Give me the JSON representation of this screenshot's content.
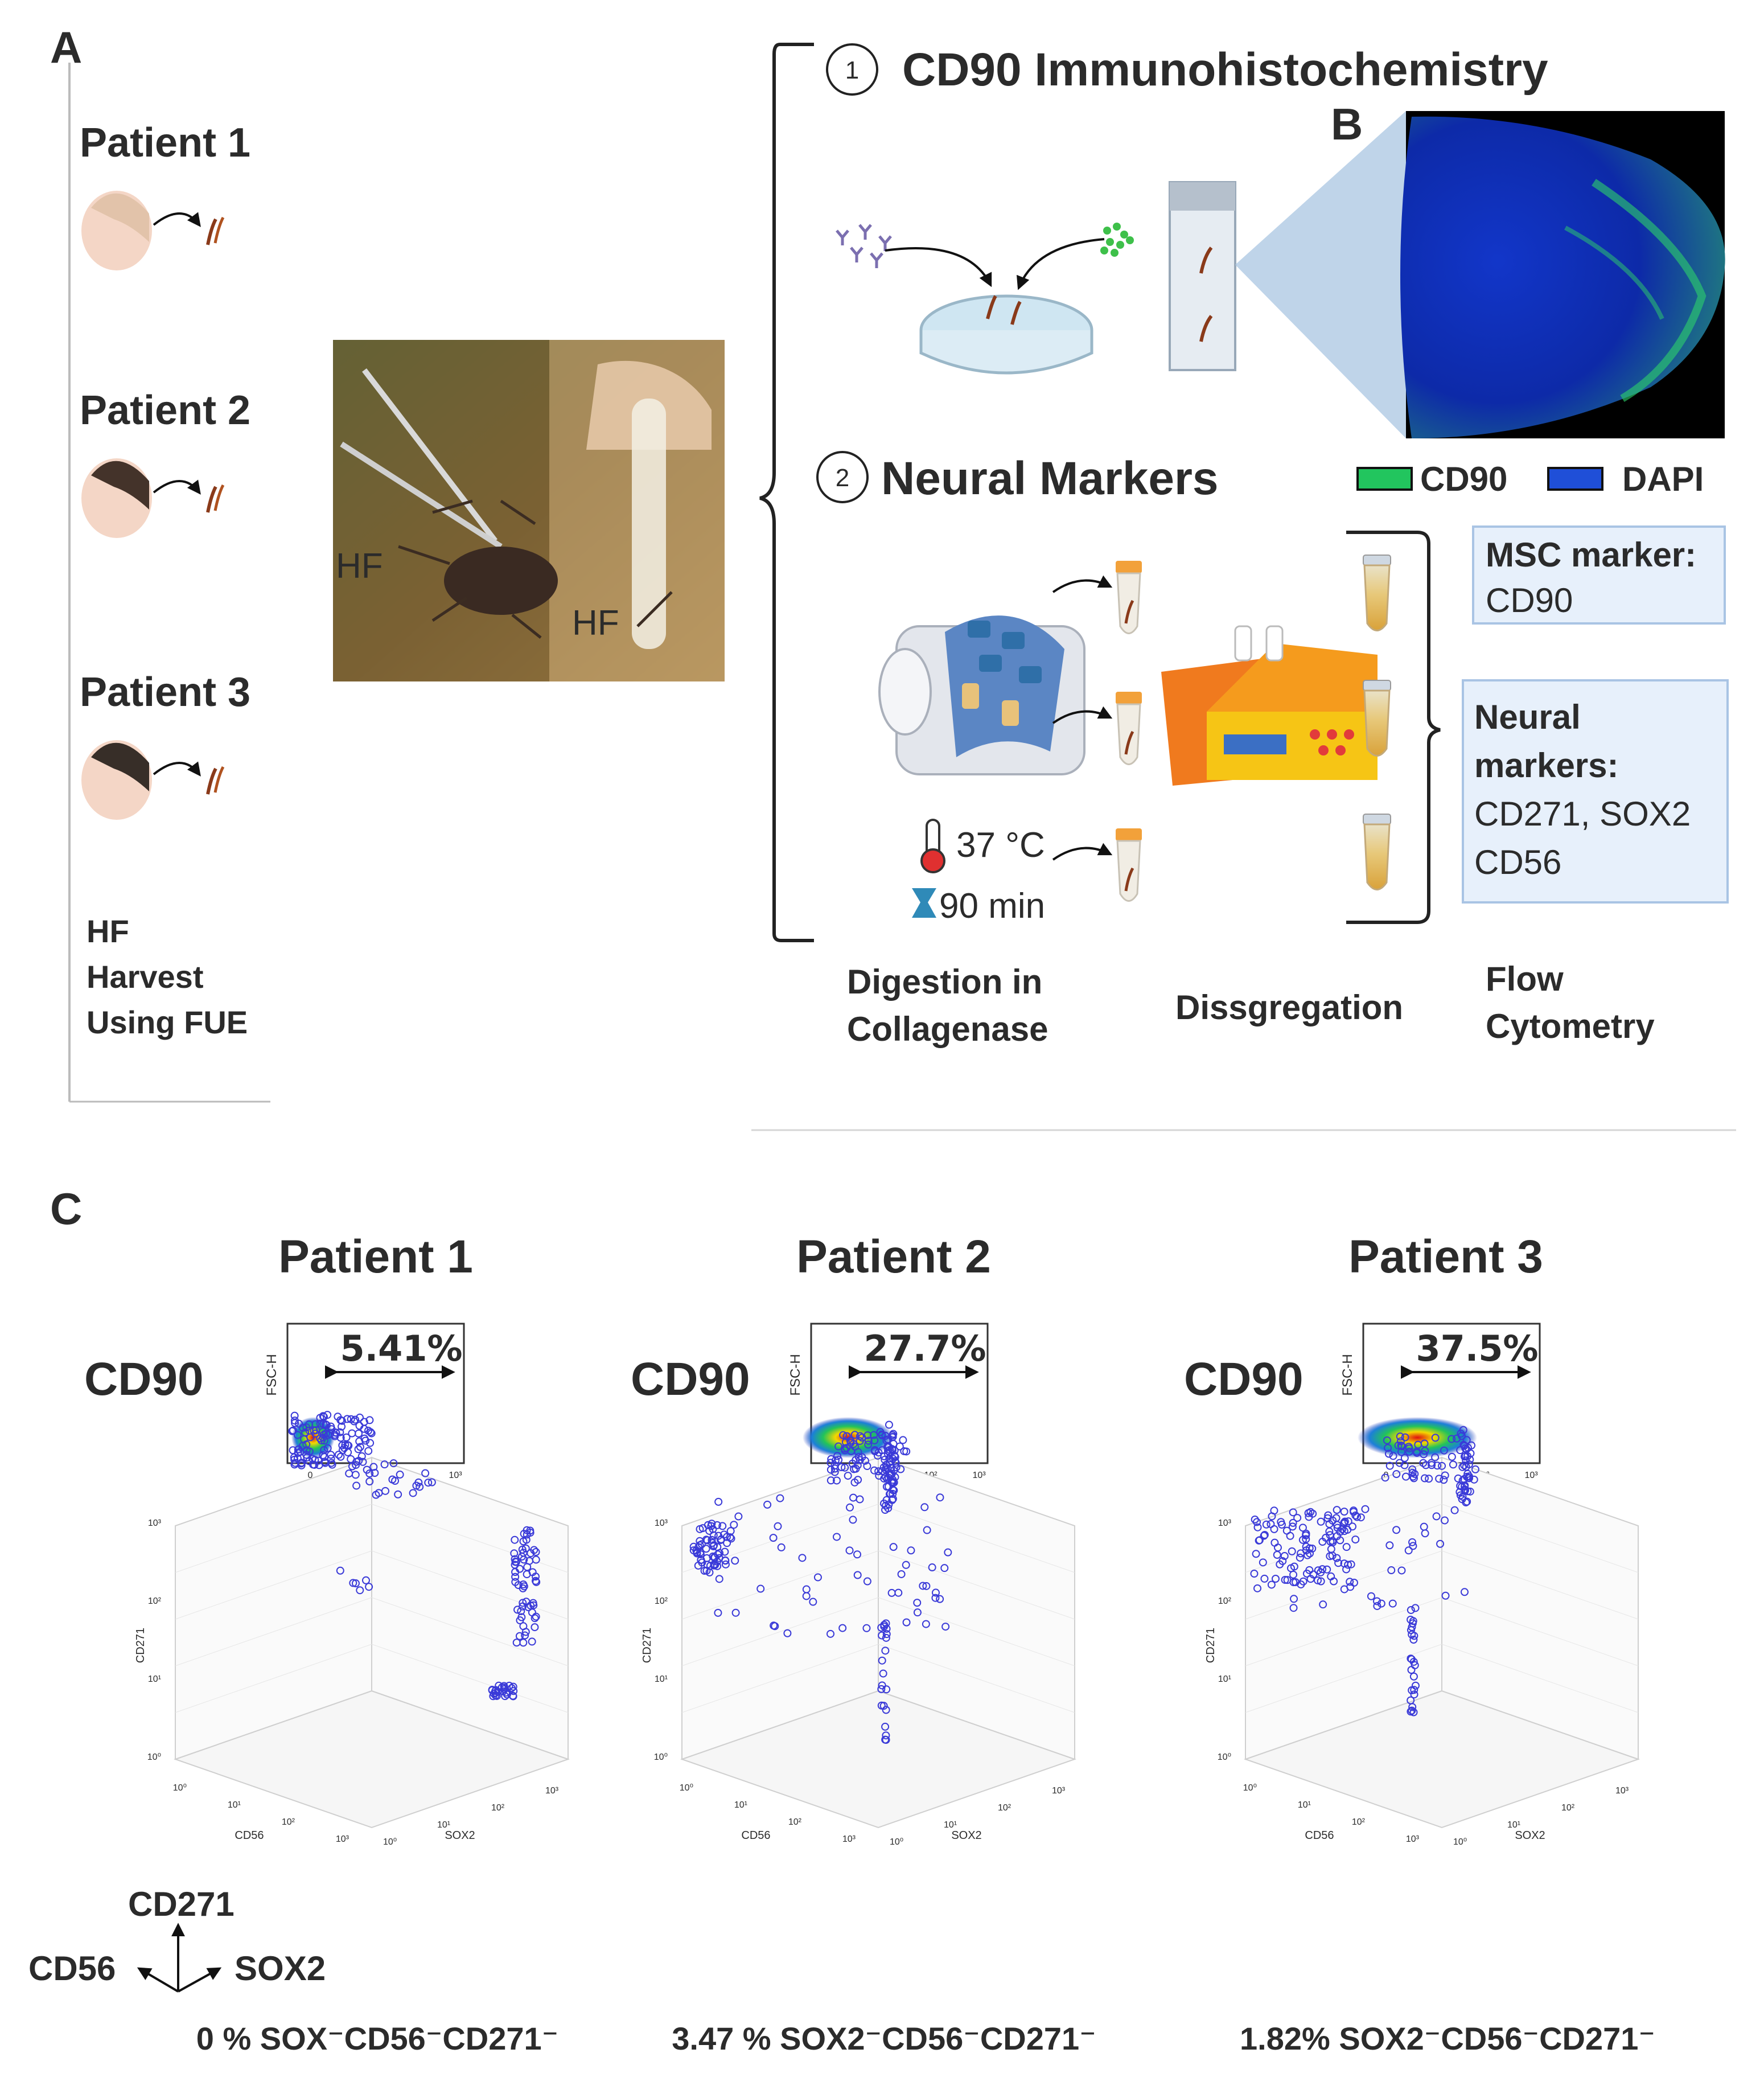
{
  "panel_a": {
    "label": "A",
    "patients": [
      "Patient 1",
      "Patient 2",
      "Patient 3"
    ],
    "hf_label": "HF",
    "harvest_lines": [
      "HF",
      "Harvest",
      "Using FUE"
    ]
  },
  "panel_b": {
    "label": "B",
    "step1_number": "1",
    "step1_title": "CD90 Immunohistochemistry",
    "step2_number": "2",
    "step2_title": "Neural Markers",
    "legend_cd90": "CD90",
    "legend_dapi": "DAPI",
    "temperature": "37 °C",
    "duration": "90 min",
    "msc_title": "MSC marker:",
    "msc_value": "CD90",
    "neural_lines": [
      "Neural",
      "markers:",
      "CD271, SOX2",
      "CD56"
    ],
    "stage_digestion": [
      "Digestion in",
      "Collagenase"
    ],
    "stage_disaggregation": "Dissgregation",
    "stage_flow": [
      "Flow",
      "Cytometry"
    ],
    "colors": {
      "cd90": "#22c55e",
      "dapi": "#1f4fd8"
    }
  },
  "panel_c": {
    "label": "C",
    "marker": "CD90",
    "fsc_axis": "FSC-H",
    "axis_cd271": "CD271",
    "axis_cd56": "CD56",
    "axis_sox2": "SOX2",
    "tick_1e3": "10³",
    "tick_1e2": "10²",
    "tick_1e1": "10¹",
    "tick_1e0": "10⁰",
    "tick_0": "0",
    "legend_axes": {
      "up": "CD271",
      "left": "CD56",
      "right": "SOX2"
    },
    "patients": [
      {
        "name": "Patient 1",
        "gate_percent": "5.41%",
        "summary": "0 % SOX⁻CD56⁻CD271⁻"
      },
      {
        "name": "Patient 2",
        "gate_percent": "27.7%",
        "summary": "3.47 % SOX2⁻CD56⁻CD271⁻"
      },
      {
        "name": "Patient 3",
        "gate_percent": "37.5%",
        "summary": "1.82% SOX2⁻CD56⁻CD271⁻"
      }
    ]
  }
}
